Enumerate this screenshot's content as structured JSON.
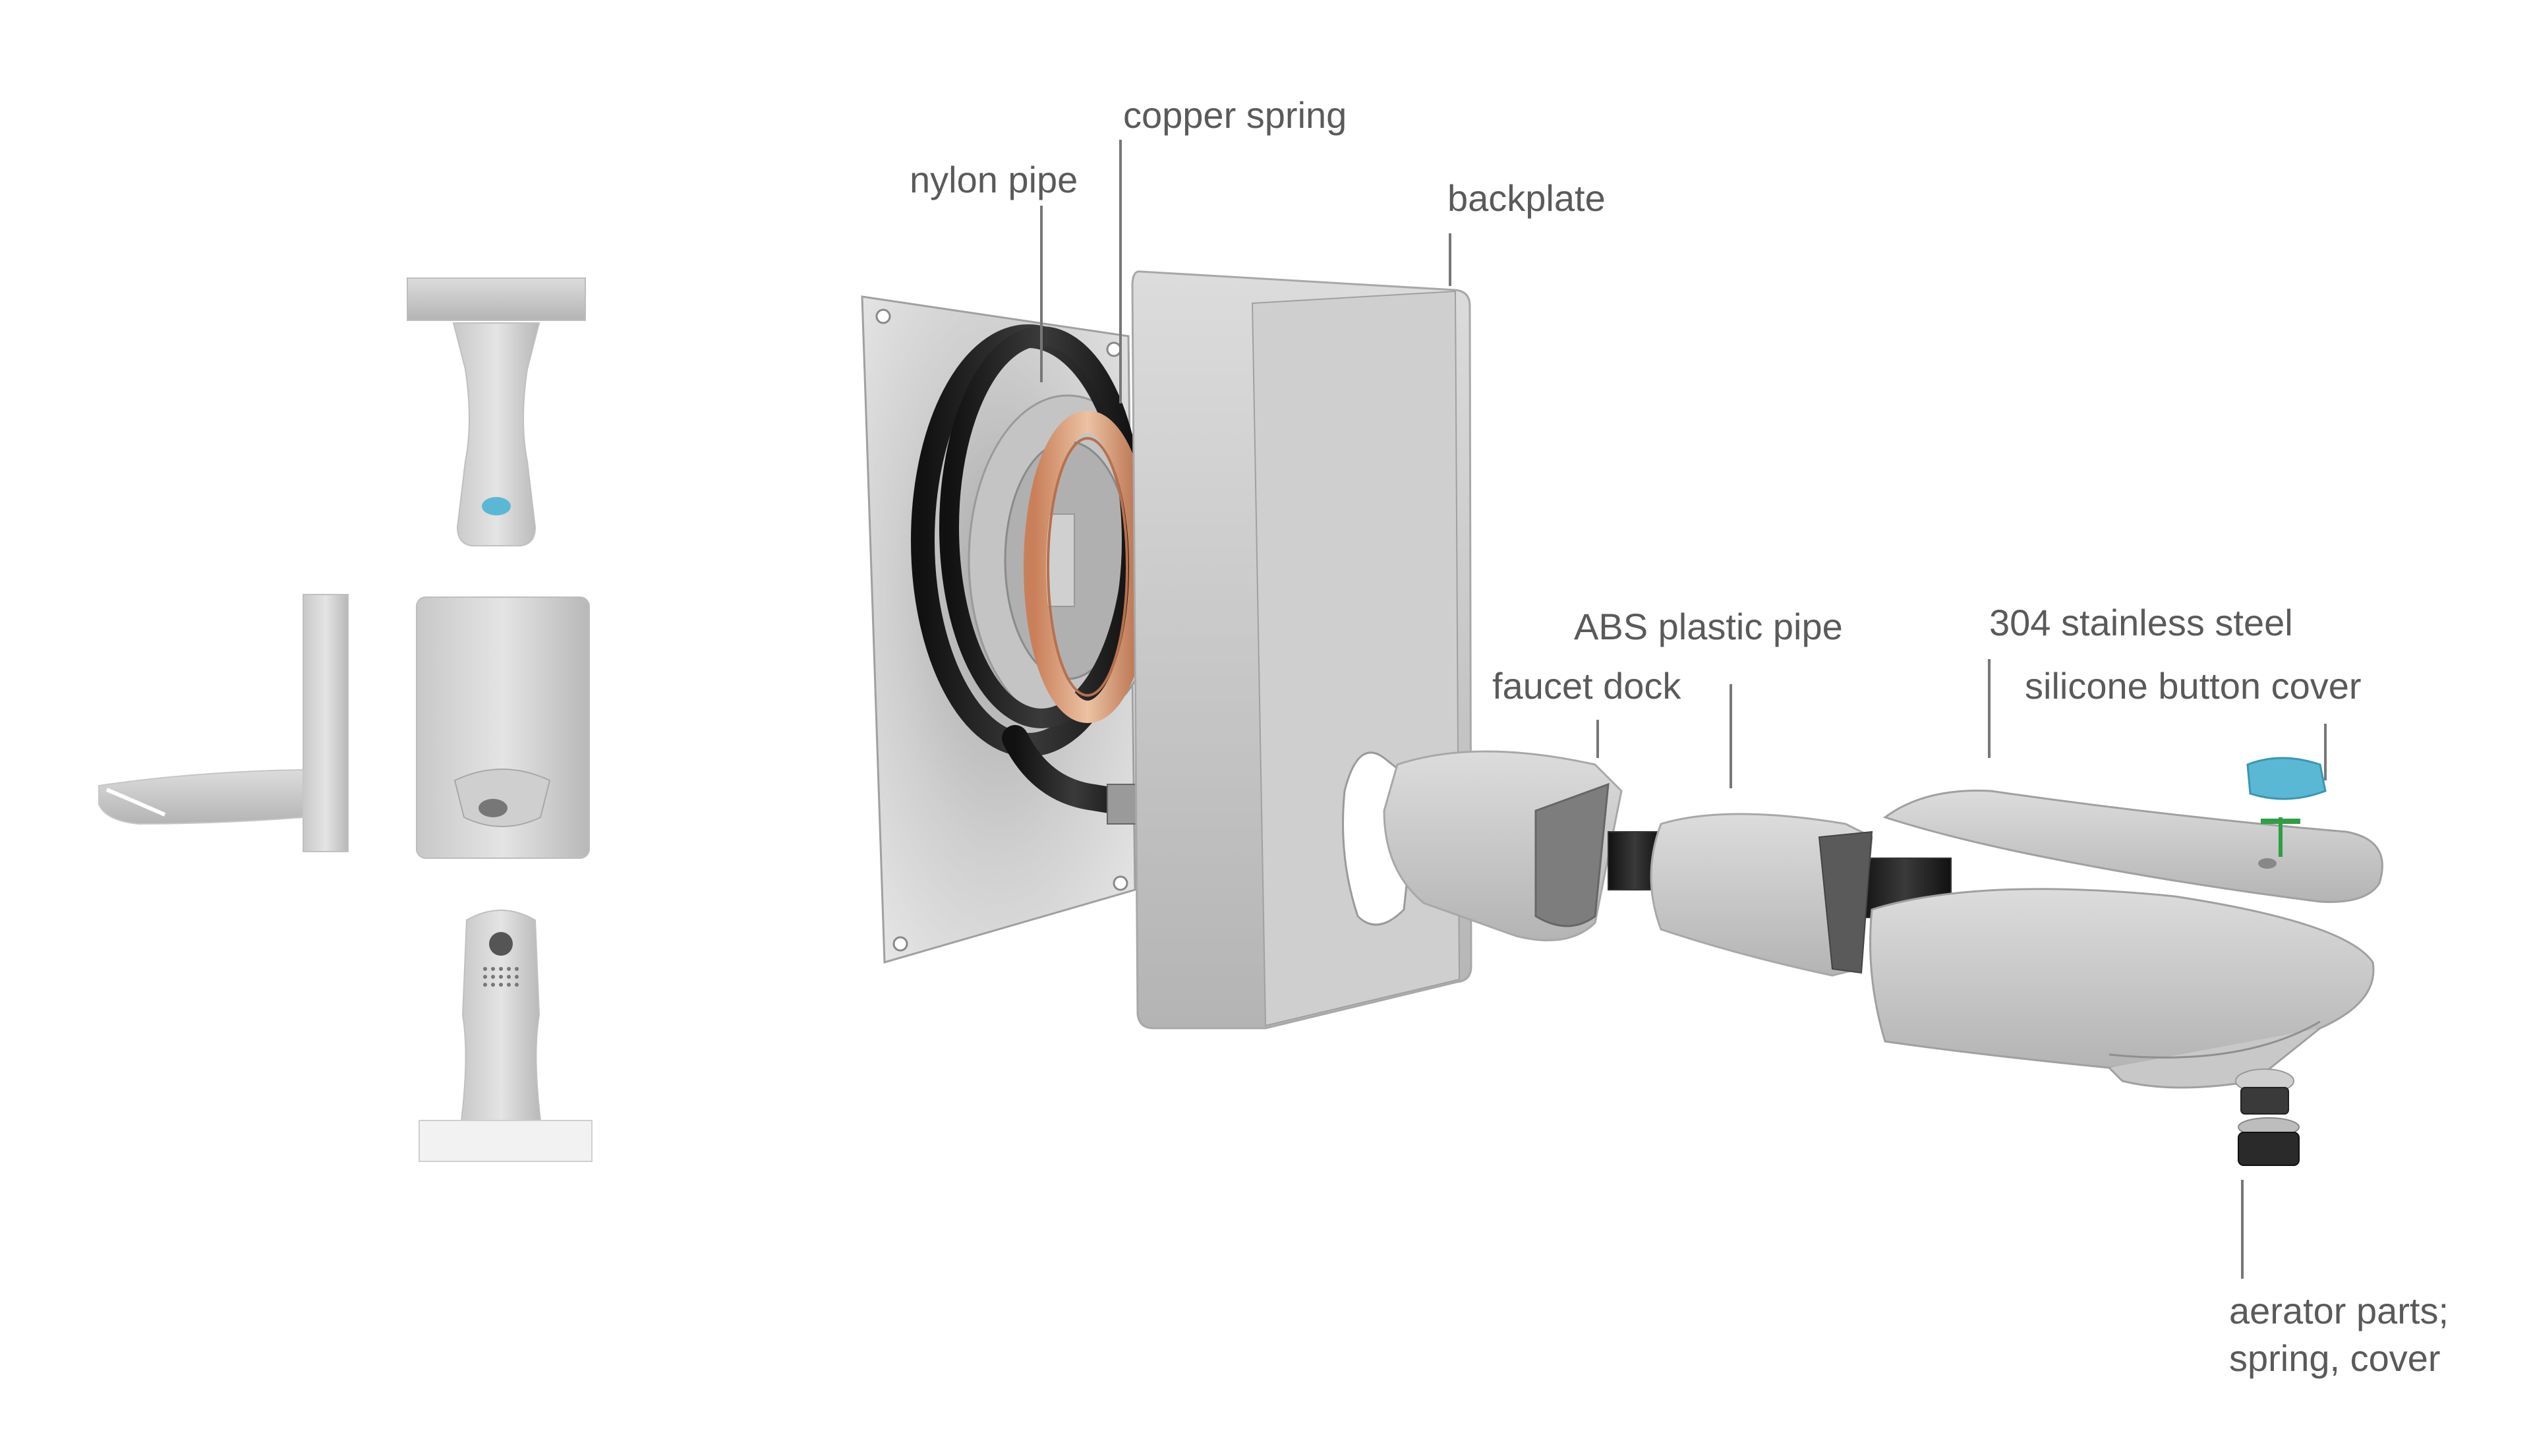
{
  "labels": {
    "nylon_pipe": "nylon pipe",
    "copper_spring": "copper spring",
    "backplate": "backplate",
    "abs_plastic_pipe": "ABS plastic pipe",
    "faucet_dock": "faucet dock",
    "stainless_steel": "304 stainless steel",
    "silicone_button_cover": "silicone button cover",
    "aerator_line1": "aerator parts;",
    "aerator_line2": "spring, cover"
  },
  "colors": {
    "label_text": "#5a5a5a",
    "leader_line": "#777777",
    "metal_light": "#d6d6d6",
    "metal_mid": "#bdbdbd",
    "metal_dark": "#8e8e8e",
    "hose_black": "#1e1e1e",
    "copper": "#d9a27f",
    "silicone_blue": "#5bb8d4",
    "stem_green": "#2f9e45"
  },
  "icons": {
    "button_indicator": "silicone-button-icon",
    "sensor": "sensor-dot-icon"
  }
}
